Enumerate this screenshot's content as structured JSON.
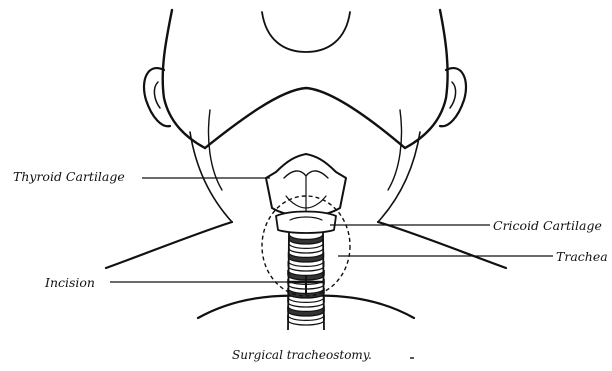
{
  "labels": {
    "thyroid_cartilage": "Thyroid Cartilage",
    "cricoid_cartilage": "Cricoid Cartilage",
    "trachea": "Trachea",
    "incision": "Incision"
  },
  "caption": "Surgical tracheostomy.",
  "colors": {
    "ink": "#111111",
    "background": "#ffffff"
  }
}
